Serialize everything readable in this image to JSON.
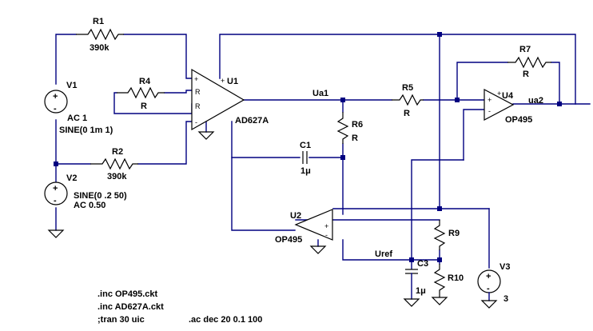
{
  "components": {
    "R1": {
      "name": "R1",
      "value": "390k"
    },
    "R2": {
      "name": "R2",
      "value": "390k"
    },
    "R4": {
      "name": "R4",
      "value": "R"
    },
    "R5": {
      "name": "R5",
      "value": "R"
    },
    "R6": {
      "name": "R6",
      "value": "R"
    },
    "R7": {
      "name": "R7",
      "value": "R"
    },
    "R9": {
      "name": "R9"
    },
    "R10": {
      "name": "R10"
    },
    "C1": {
      "name": "C1",
      "value": "1μ"
    },
    "C3": {
      "name": "C3",
      "value": "1μ"
    },
    "V1": {
      "name": "V1",
      "ac": "AC 1",
      "src": "SINE(0 1m 1)"
    },
    "V2": {
      "name": "V2",
      "src": "SINE(0 .2 50)",
      "ac": "AC 0.50"
    },
    "V3": {
      "name": "V3",
      "value": "3"
    },
    "U1": {
      "name": "U1",
      "model": "AD627A",
      "pins": [
        "R",
        "R"
      ]
    },
    "U2": {
      "name": "U2",
      "model": "OP495"
    },
    "U4": {
      "name": "U4",
      "model": "OP495"
    }
  },
  "nets": {
    "ua1": "Ua1",
    "ua2": "ua2",
    "uref": "Uref"
  },
  "directives": {
    "inc1": ".inc OP495.ckt",
    "inc2": ".inc AD627A.ckt",
    "tran": ";tran 30 uic",
    "ac": ".ac dec 20 0.1 100"
  },
  "symbols": {
    "plus": "+",
    "minus": "-"
  },
  "colors": {
    "wire": "#000080",
    "component": "#000000",
    "background": "#ffffff"
  }
}
